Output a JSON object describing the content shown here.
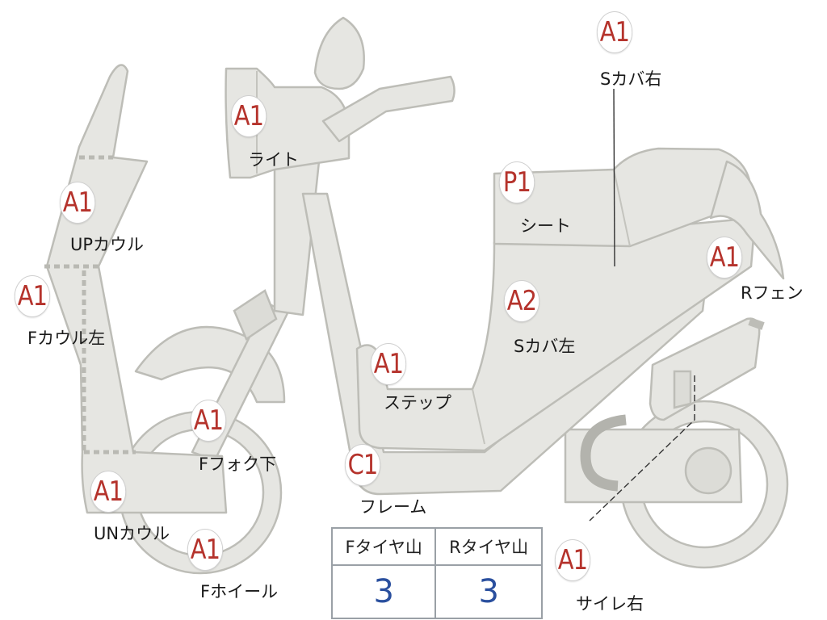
{
  "parts": [
    {
      "key": "light",
      "grade": "A1",
      "label": "ライト"
    },
    {
      "key": "s_cover_right",
      "grade": "A1",
      "label": "Sカバ右"
    },
    {
      "key": "up_cowl",
      "grade": "A1",
      "label": "UPカウル"
    },
    {
      "key": "seat",
      "grade": "P1",
      "label": "シート"
    },
    {
      "key": "r_fender",
      "grade": "A1",
      "label": "Rフェン"
    },
    {
      "key": "f_cowl_left",
      "grade": "A1",
      "label": "Fカウル左"
    },
    {
      "key": "s_cover_left",
      "grade": "A2",
      "label": "Sカバ左"
    },
    {
      "key": "step",
      "grade": "A1",
      "label": "ステップ"
    },
    {
      "key": "f_fork_lower",
      "grade": "A1",
      "label": "Fフォク下"
    },
    {
      "key": "frame",
      "grade": "C1",
      "label": "フレーム"
    },
    {
      "key": "un_cowl",
      "grade": "A1",
      "label": "UNカウル"
    },
    {
      "key": "f_wheel",
      "grade": "A1",
      "label": "Fホイール"
    },
    {
      "key": "muffler_right",
      "grade": "A1",
      "label": "サイレ右"
    }
  ],
  "tread_table": {
    "headers": [
      "Fタイヤ山",
      "Rタイヤ山"
    ],
    "values": [
      "3",
      "3"
    ]
  },
  "colors": {
    "grade_text": "#b5332c",
    "value_text": "#2a4f9e",
    "part_fill": "#e6e6e2",
    "part_stroke": "#bdbdb7"
  }
}
